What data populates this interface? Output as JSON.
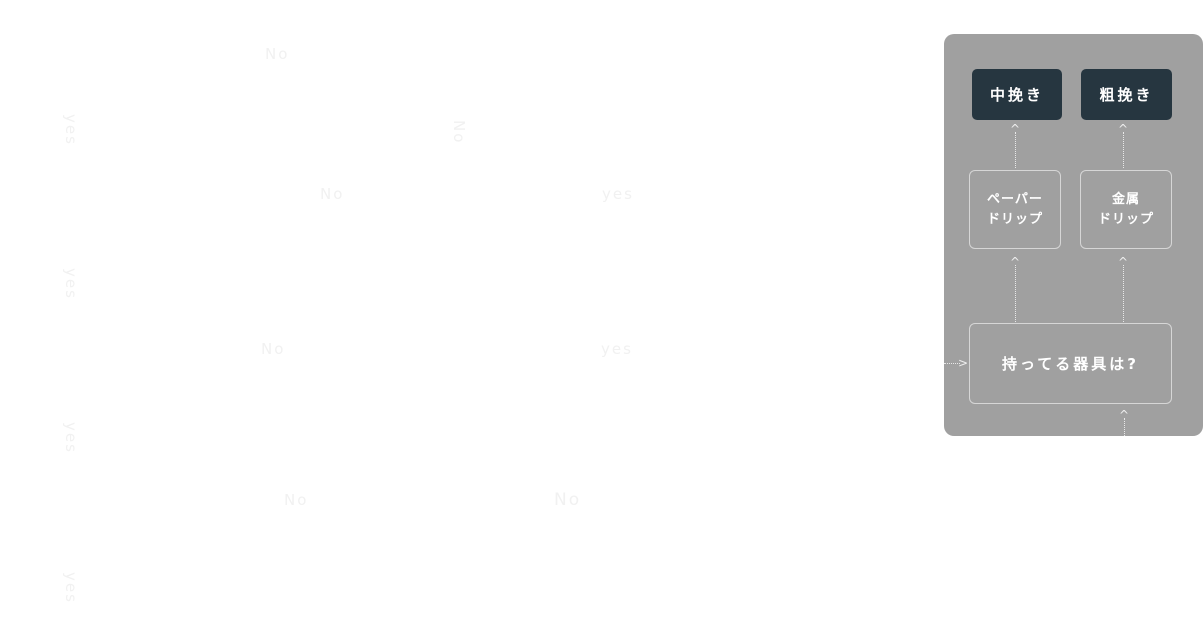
{
  "background_labels": {
    "l1": "No",
    "l2": "yes",
    "l3": "No",
    "l4": "No",
    "l5": "yes",
    "l6": "yes",
    "l7": "No",
    "l8": "yes",
    "l9": "yes",
    "l10": "No",
    "l11": "No",
    "l12": "yes"
  },
  "flow": {
    "result_medium": "中挽き",
    "result_coarse": "粗挽き",
    "paper_drip": [
      "ペーパー",
      "ドリップ"
    ],
    "metal_drip": [
      "金属",
      "ドリップ"
    ],
    "question": "持ってる器具は?"
  },
  "colors": {
    "panel": "#a0a0a0",
    "dark_box": "#263640"
  }
}
